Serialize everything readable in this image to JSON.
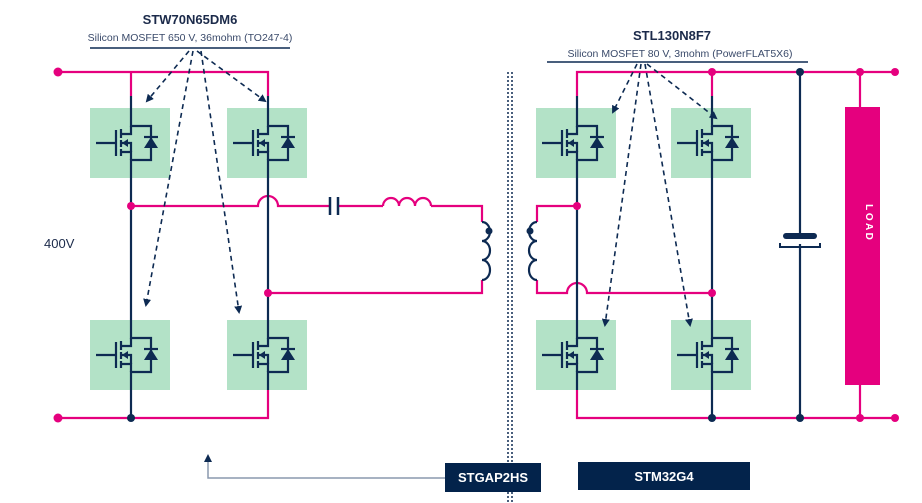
{
  "left_device": {
    "part": "STW70N65DM6",
    "description": "Silicon MOSFET 650 V, 36mohm (TO247-4)"
  },
  "right_device": {
    "part": "STL130N8F7",
    "description": "Silicon MOSFET 80 V, 3mohm (PowerFLAT5X6)"
  },
  "input_voltage": "400V",
  "load_label": "L O A D",
  "controllers": {
    "gate_driver": "STGAP2HS",
    "mcu": "STM32G4"
  },
  "colors": {
    "power_rail": "#e5007e",
    "wire": "#0d2a52",
    "switch_box": "#b3e2c7",
    "controller_box": "#03234b"
  }
}
